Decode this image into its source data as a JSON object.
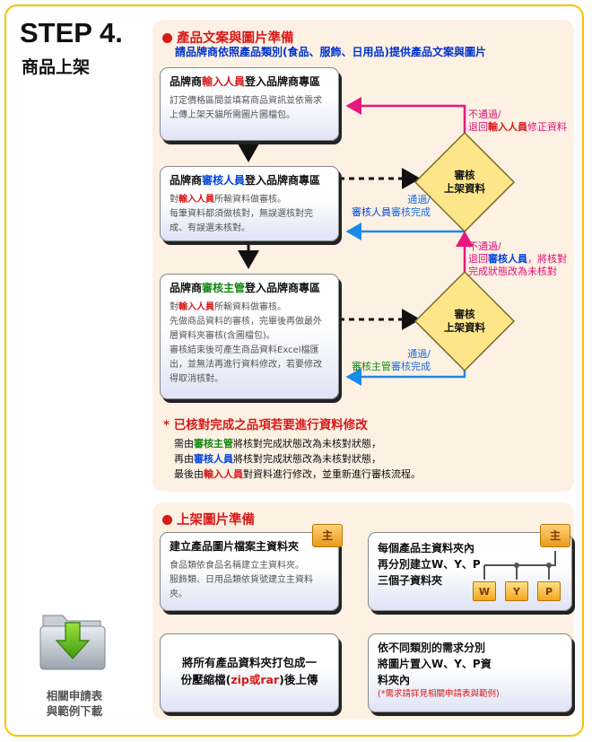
{
  "step": {
    "title": "STEP 4.",
    "subtitle": "商品上架"
  },
  "download": {
    "label_line1": "相關申請表",
    "label_line2": "與範例下載",
    "icon": "folder-download-icon"
  },
  "section1": {
    "heading": "產品文案與圖片準備",
    "subheading": "請品牌商依照產品類別(食品、服飾、日用品)提供產品文案與圖片",
    "box1": {
      "title_pre": "品牌商",
      "title_role": "輸入人員",
      "title_post": "登入品牌商專區",
      "desc": "訂定價格區間並填寫商品資訊並依需求上傳上架天貓所需圖片圖檔包。"
    },
    "box2": {
      "title_pre": "品牌商",
      "title_role": "審核人員",
      "title_post": "登入品牌商專區",
      "desc1_pre": "對",
      "desc1_role": "輸入人員",
      "desc1_post": "所輸資料做審核。",
      "desc2": "每筆資料都須做核對，無誤選核對完成、有誤選未核對。"
    },
    "box3": {
      "title_pre": "品牌商",
      "title_role": "審核主管",
      "title_post": "登入品牌商專區",
      "desc1_pre": "對",
      "desc1_role": "輸入人員",
      "desc1_post": "所輸資料做審核。",
      "desc2": "先做商品資料的審核，完畢後再做最外層資料夾審核(含圖檔包)。",
      "desc3": "審核結束後可產生商品資料Excel檔匯出，並無法再進行資料修改，若要修改得取消核對。"
    },
    "diamond1": {
      "line1": "審核",
      "line2": "上架資料"
    },
    "diamond2": {
      "line1": "審核",
      "line2": "上架資料"
    },
    "reject1": {
      "line1": "不通過/",
      "line2_pre": "退回",
      "line2_role": "輸入人員",
      "line2_post": "修正資料"
    },
    "pass1": {
      "line1": "通過/",
      "line2_role": "審核人員",
      "line2_post": "審核完成"
    },
    "reject2": {
      "line1": "不通過/",
      "line2_pre": "退回",
      "line2_role": "審核人員",
      "line2_post": "，將核對",
      "line3": "完成狀態改為未核對"
    },
    "pass2": {
      "line1": "通過/",
      "line2_role": "審核主管",
      "line2_post": "審核完成"
    },
    "modify": {
      "heading": "* 已核對完成之品項若要進行資料修改",
      "l1_pre": "需由",
      "l1_role": "審核主管",
      "l1_post": "將核對完成狀態改為未核對狀態，",
      "l2_pre": "再由",
      "l2_role": "審核人員",
      "l2_post": "將核對完成狀態改為未核對狀態，",
      "l3_pre": "最後由",
      "l3_role": "輸入人員",
      "l3_post": "對資料進行修改，並重新進行審核流程。"
    }
  },
  "section2": {
    "heading": "上架圖片準備",
    "boxA": {
      "title": "建立產品圖片檔案主資料夾",
      "desc1": "食品類依食品名稱建立主資料夾。",
      "desc2": "服飾類、日用品類依貨號建立主資料夾。",
      "tag": "主"
    },
    "boxB": {
      "l1": "每個產品主資料夾內",
      "l2": "再分別建立W、Y、P",
      "l3": "三個子資料夾",
      "tag": "主",
      "subs": [
        "W",
        "Y",
        "P"
      ]
    },
    "boxC": {
      "l1": "依不同類別的需求分別",
      "l2": "將圖片置入W、Y、P資",
      "l3": "料夾內",
      "note": "(*需求請詳見相關申請表與範例)"
    },
    "boxD": {
      "l1": "將所有產品資料夾打包成一",
      "l2_pre": "份壓縮檔(",
      "l2_fmt": "zip或rar",
      "l2_post": ")後上傳"
    }
  }
}
